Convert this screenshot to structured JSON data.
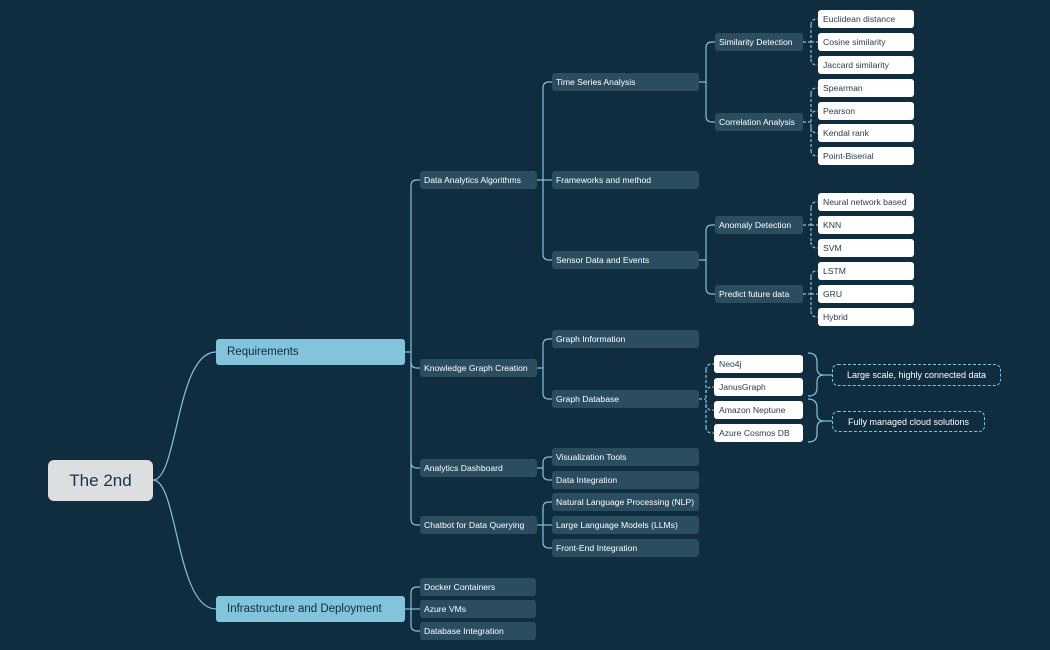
{
  "colors": {
    "background": "#0f2d3f",
    "link": "#82c4dc",
    "root_fill": "#dcdedf",
    "level1_fill": "#82c4dc",
    "node_fill": "#2a4d60",
    "leaf_fill": "#ffffff"
  },
  "root": "The 2nd",
  "requirements": {
    "label": "Requirements",
    "data_analytics": {
      "label": "Data Analytics Algorithms",
      "time_series": {
        "label": "Time Series Analysis",
        "similarity": {
          "label": "Similarity Detection",
          "items": [
            "Euclidean distance",
            "Cosine similarity",
            "Jaccard similarity"
          ]
        },
        "correlation": {
          "label": "Correlation Analysis",
          "items": [
            "Spearman",
            "Pearson",
            "Kendal rank",
            "Point-Biserial"
          ]
        }
      },
      "frameworks": "Frameworks and method",
      "sensor": {
        "label": "Sensor Data and Events",
        "anomaly": {
          "label": "Anomaly Detection",
          "items": [
            "Neural network based",
            "KNN",
            "SVM"
          ]
        },
        "predict": {
          "label": "Predict future data",
          "items": [
            "LSTM",
            "GRU",
            "Hybrid"
          ]
        }
      }
    },
    "knowledge_graph": {
      "label": "Knowledge Graph Creation",
      "graph_information": "Graph Information",
      "graph_database": {
        "label": "Graph Database",
        "items": [
          "Neo4j",
          "JanusGraph",
          "Amazon Neptune",
          "Azure Cosmos DB"
        ],
        "notes": [
          "Large scale, highly connected data",
          "Fully managed cloud solutions"
        ]
      }
    },
    "analytics_dashboard": {
      "label": "Analytics Dashboard",
      "items": [
        "Visualization Tools",
        "Data Integration"
      ]
    },
    "chatbot": {
      "label": "Chatbot for Data Querying",
      "items": [
        "Natural Language Processing (NLP)",
        "Large Language Models (LLMs)",
        "Front-End Integration"
      ]
    }
  },
  "infrastructure": {
    "label": "Infrastructure and Deployment",
    "items": [
      "Docker Containers",
      "Azure VMs",
      "Database Integration"
    ]
  }
}
